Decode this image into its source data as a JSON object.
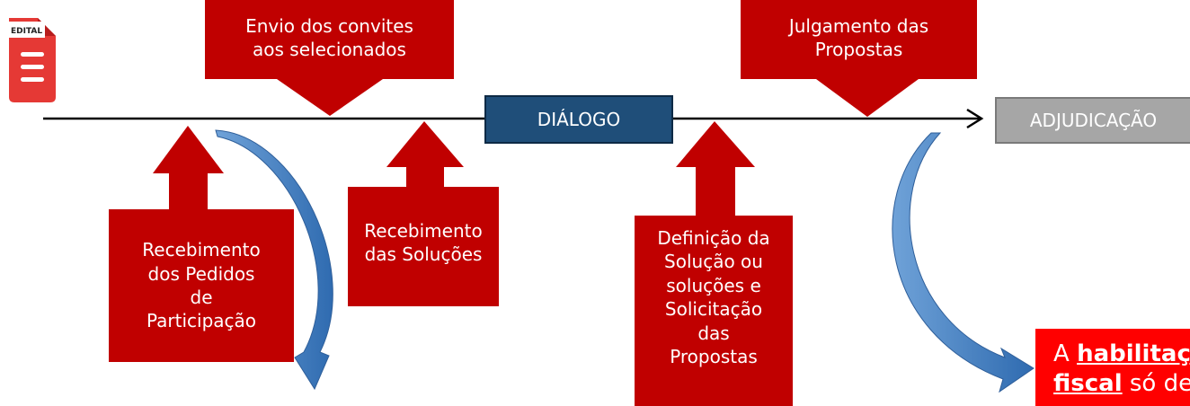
{
  "colors": {
    "callout": "#c00000",
    "dialogue_box": "#1f4e79",
    "adjudication_box": "#a6a6a6",
    "curved_arrow": "#4a86c8",
    "note_bg": "#ff0000",
    "timeline": "#000000"
  },
  "icon": {
    "name": "document-icon",
    "label": "EDITAL"
  },
  "timeline": {
    "stages": [
      {
        "id": "dialogo",
        "label": "DIÁLOGO"
      },
      {
        "id": "adjudicacao",
        "label": "ADJUDICAÇÃO"
      }
    ]
  },
  "callouts_above": [
    {
      "id": "envio",
      "lines": [
        "Envio dos convites",
        "aos selecionados"
      ]
    },
    {
      "id": "julgamento",
      "lines": [
        "Julgamento das",
        "Propostas"
      ]
    }
  ],
  "callouts_below": [
    {
      "id": "recebimento-pedidos",
      "lines": [
        "Recebimento",
        "dos Pedidos",
        "de",
        "Participação"
      ]
    },
    {
      "id": "recebimento-solucoes",
      "lines": [
        "Recebimento",
        "das Soluções"
      ]
    },
    {
      "id": "definicao-solucao",
      "lines": [
        "Definição da",
        "Solução ou",
        "soluções e",
        "Solicitação",
        "das",
        "Propostas"
      ]
    }
  ],
  "note": {
    "prefix": "A ",
    "bold1": "habilitaç",
    "bold2": "fiscal",
    "tail": " só de"
  }
}
